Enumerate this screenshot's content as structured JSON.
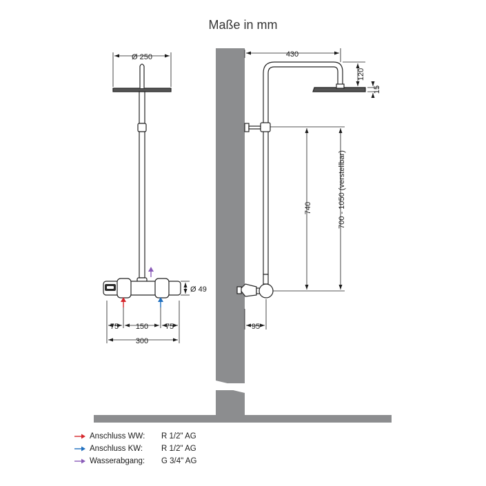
{
  "title": "Maße in mm",
  "colors": {
    "wall": "#8c8d8f",
    "line": "#222222",
    "hot": "#d6262b",
    "cold": "#1f6fbf",
    "outlet": "#8a5cb8"
  },
  "front_view": {
    "head_diameter": "Ø 250",
    "valve_diameter": "Ø 49",
    "spacing_left": "75",
    "spacing_mid": "150",
    "spacing_right": "75",
    "total_width": "300"
  },
  "side_view": {
    "arm_length": "430",
    "arm_height": "120",
    "head_thickness": "15",
    "rail_height": "740",
    "adjustable_range": "700 - 1050 (verstellbar)",
    "wall_offset": "95"
  },
  "legend": [
    {
      "label": "Anschluss WW:",
      "value": "R 1/2\" AG",
      "color": "hot",
      "icon": "hot-water-arrow-icon"
    },
    {
      "label": "Anschluss KW:",
      "value": "R 1/2\" AG",
      "color": "cold",
      "icon": "cold-water-arrow-icon"
    },
    {
      "label": "Wasserabgang:",
      "value": "G 3/4\" AG",
      "color": "outlet",
      "icon": "water-outlet-arrow-icon"
    }
  ]
}
